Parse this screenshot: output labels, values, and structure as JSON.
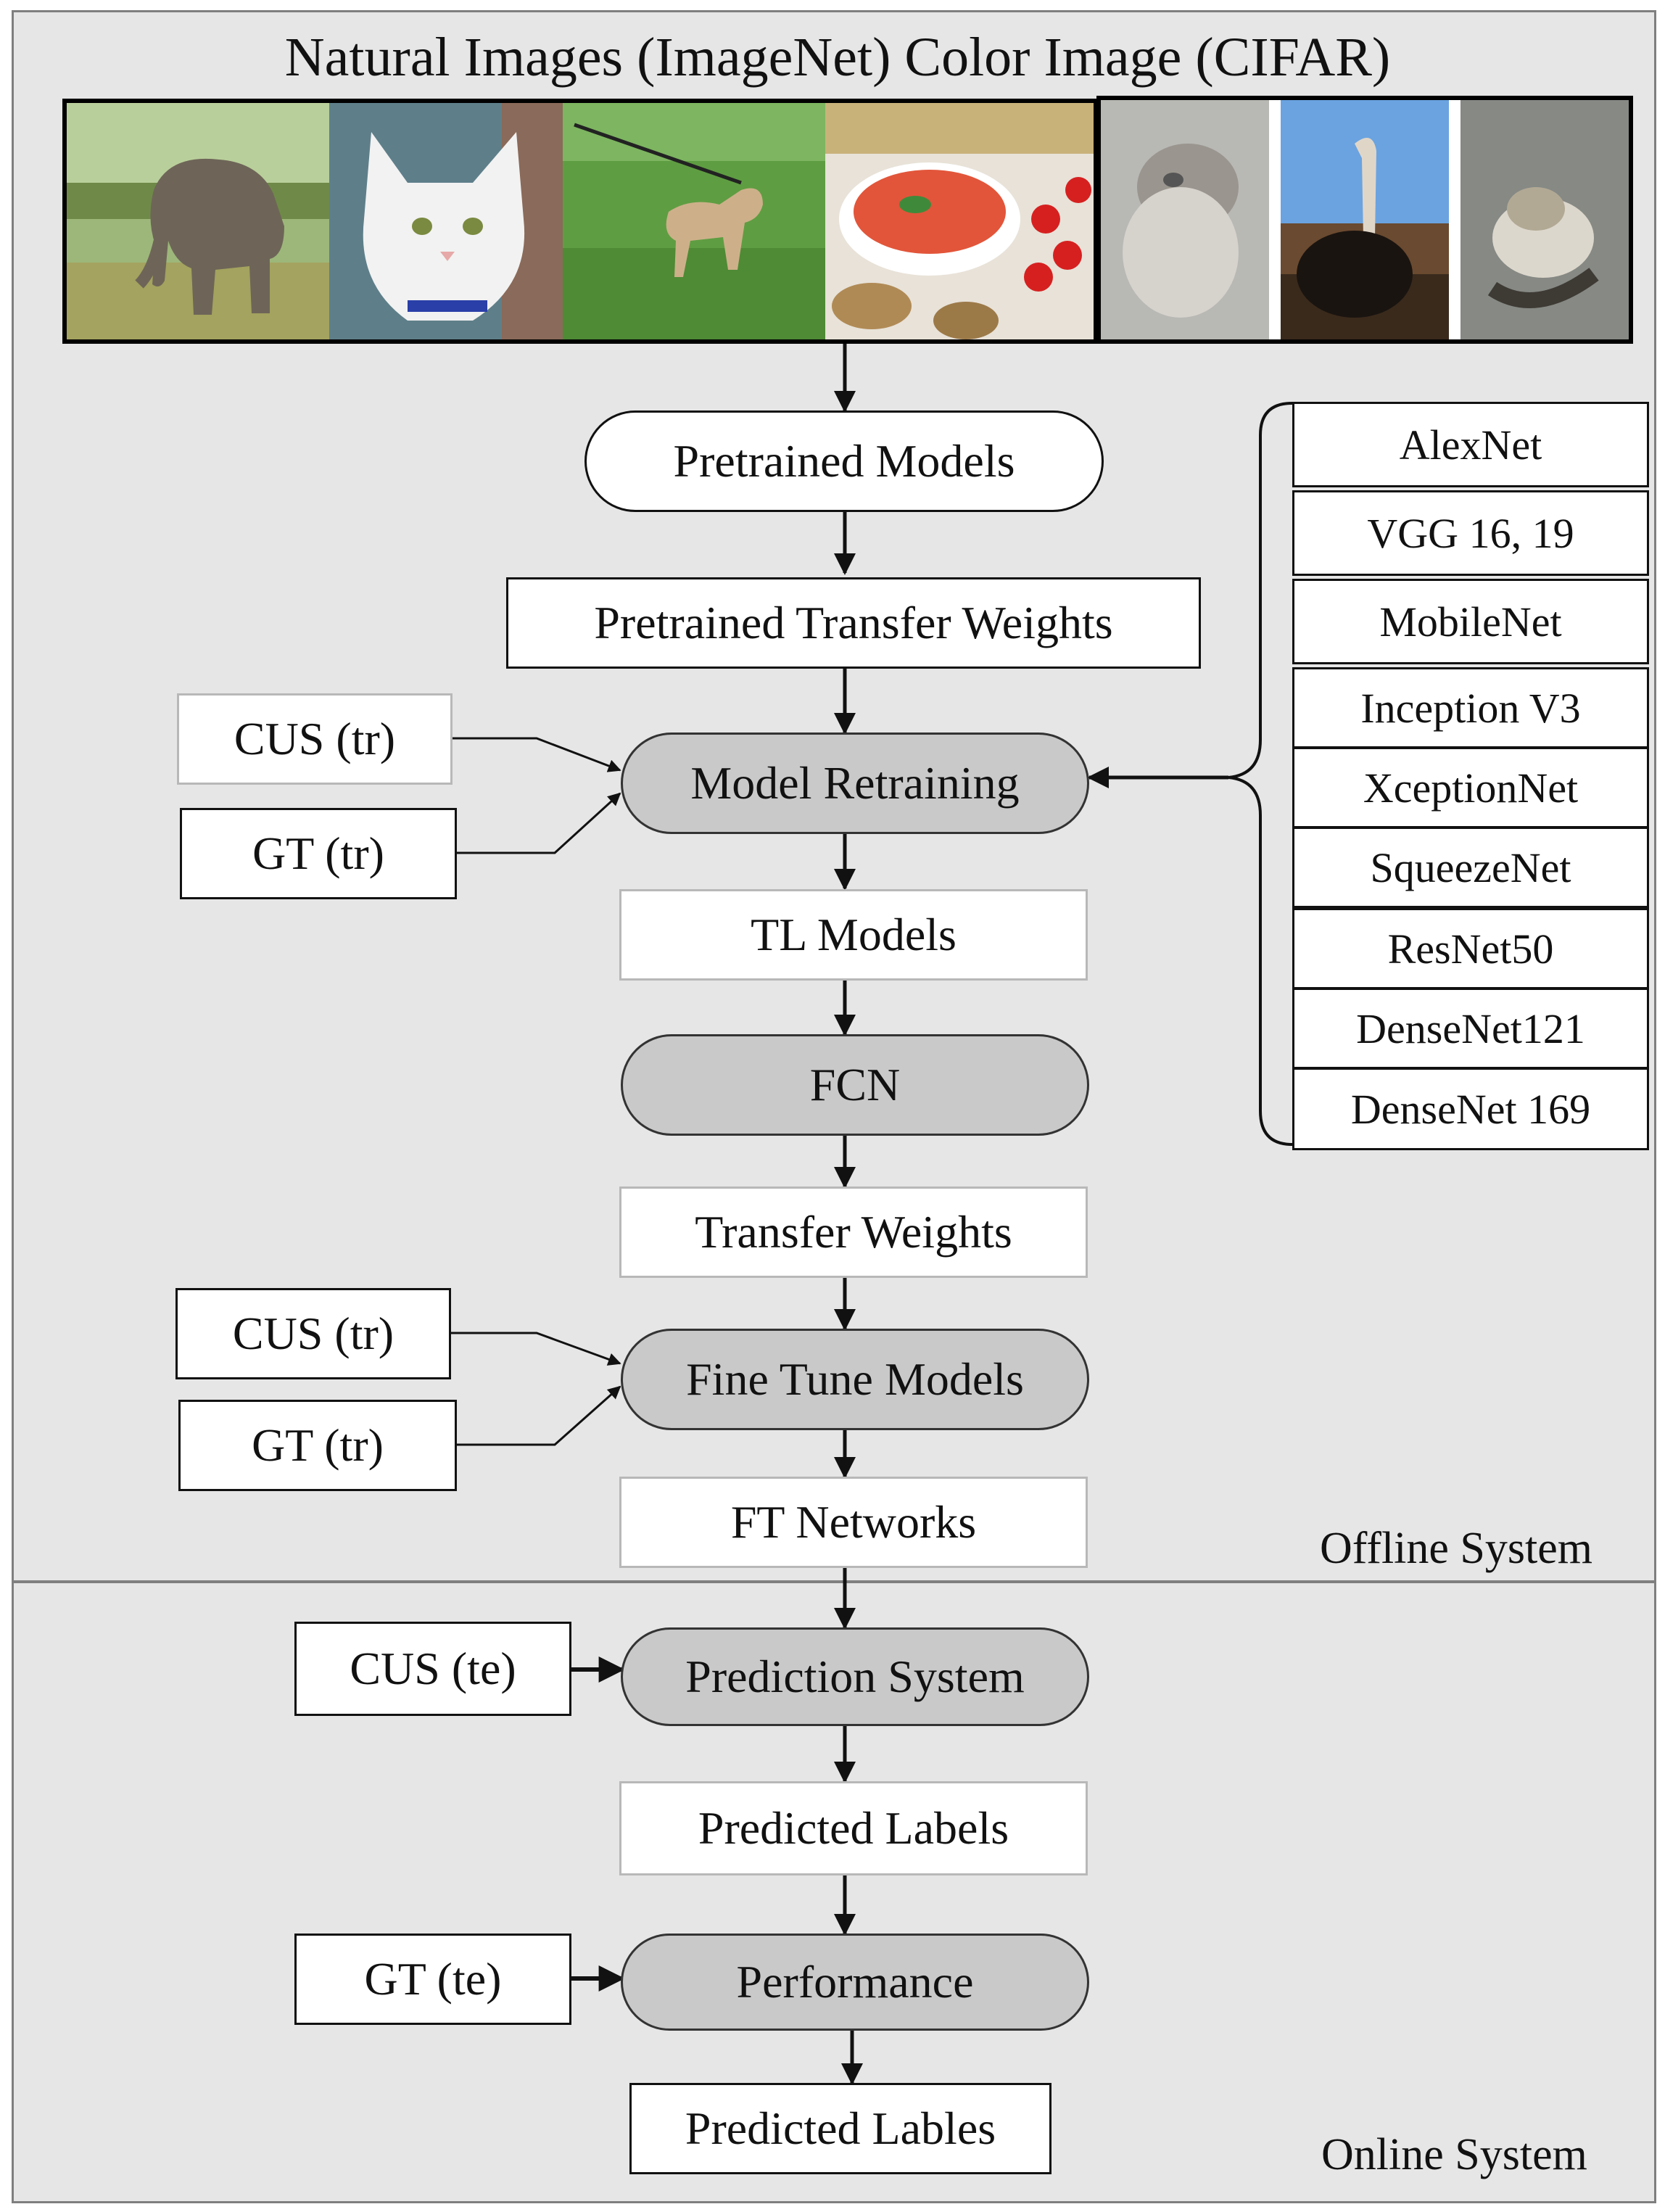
{
  "title": "Natural Images (ImageNet) Color Image (CIFAR)",
  "imagenet_images": [
    "elephant-photo",
    "white-cat-photo",
    "dog-on-grass-photo",
    "tomato-soup-photo"
  ],
  "cifar_images": [
    "blurry-bird-photo",
    "ostrich-photo",
    "blurry-animal-photo"
  ],
  "nodes": {
    "pretrained_models": "Pretrained Models",
    "pretrained_transfer_weights": "Pretrained Transfer Weights",
    "model_retraining": "Model Retraining",
    "tl_models": "TL Models",
    "fcn": "FCN",
    "transfer_weights": "Transfer Weights",
    "fine_tune_models": "Fine Tune Models",
    "ft_networks": "FT Networks",
    "prediction_system": "Prediction System",
    "predicted_labels": "Predicted Labels",
    "performance": "Performance",
    "predicted_lables": "Predicted Lables"
  },
  "inputs": {
    "retrain_cus": "CUS (tr)",
    "retrain_gt": "GT (tr)",
    "finetune_cus": "CUS (tr)",
    "finetune_gt": "GT (tr)",
    "predict_cus": "CUS (te)",
    "perf_gt": "GT (te)"
  },
  "models": [
    "AlexNet",
    "VGG 16, 19",
    "MobileNet",
    "Inception V3",
    "XceptionNet",
    "SqueezeNet",
    "ResNet50",
    "DenseNet121",
    "DenseNet 169"
  ],
  "regions": {
    "offline": "Offline System",
    "online": "Online System"
  },
  "colors": {
    "panel": "#e6e6e6",
    "grey_node": "#c9c9c9",
    "stroke": "#111111"
  }
}
